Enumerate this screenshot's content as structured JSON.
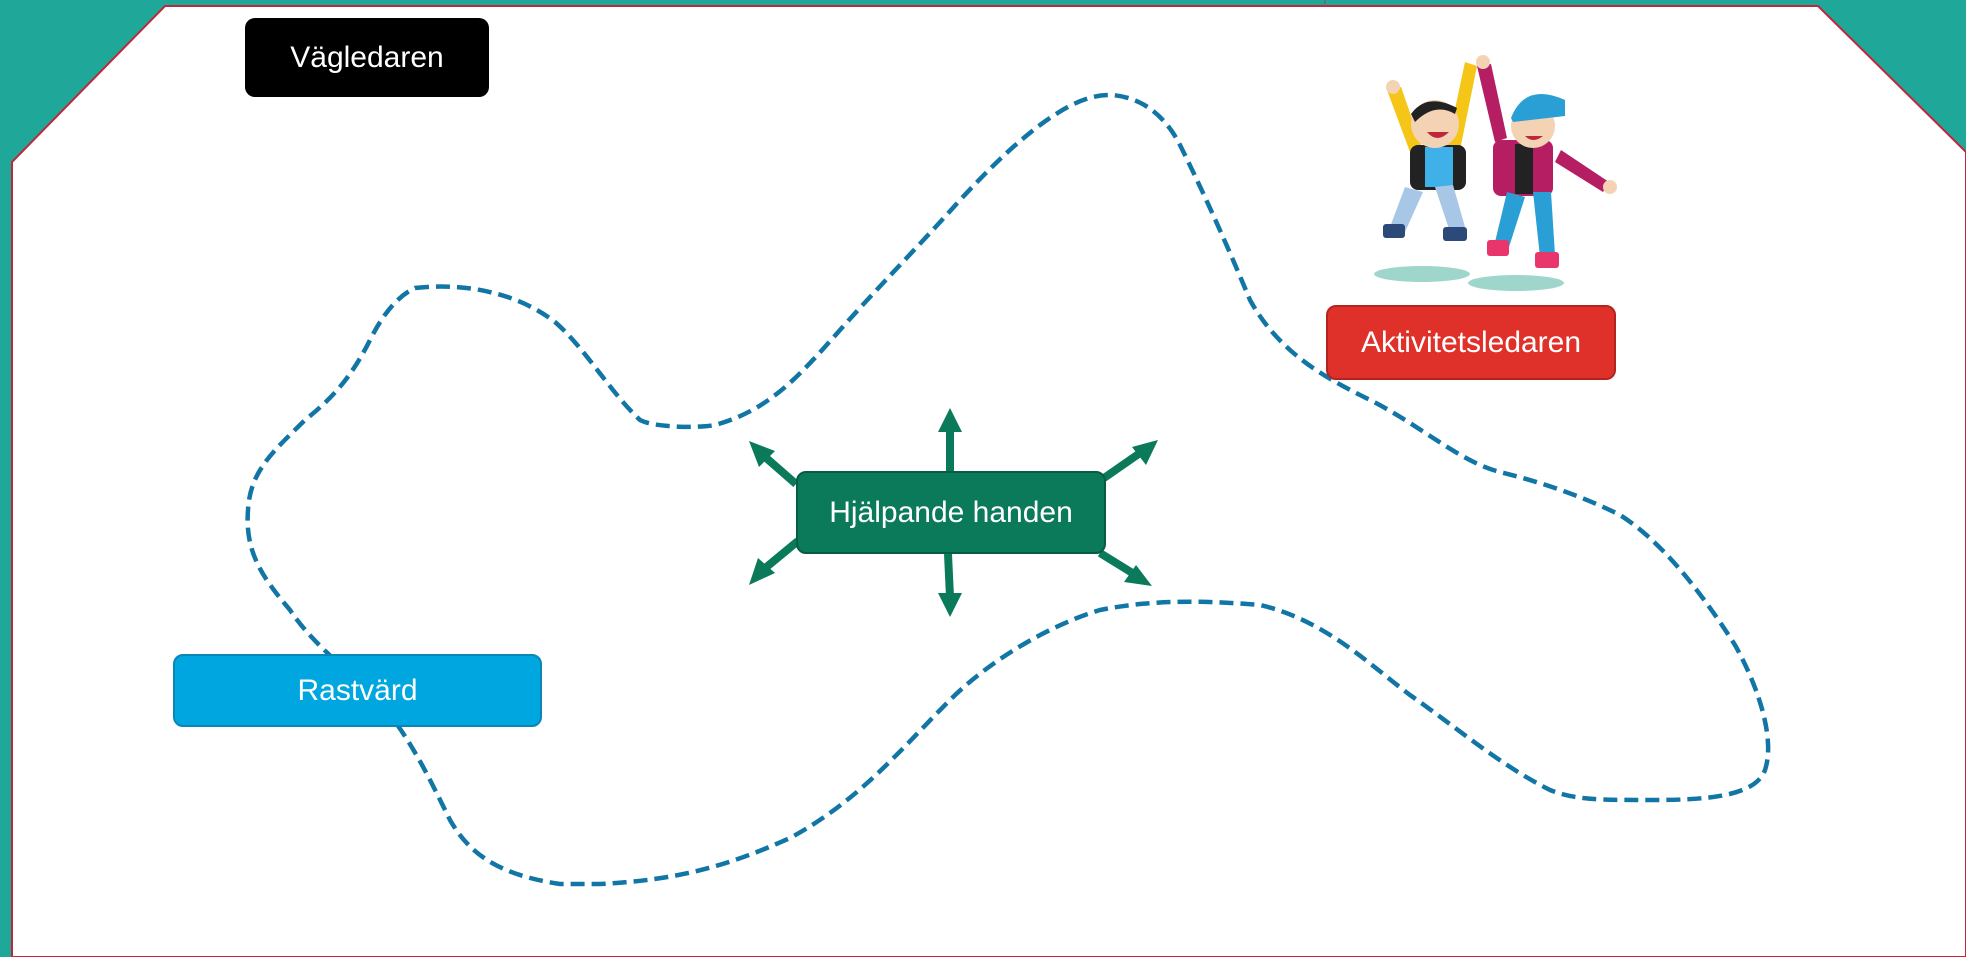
{
  "roles": {
    "vagledaren": "Vägledaren",
    "aktivitetsledaren": "Aktivitetsledaren",
    "hjalpande_handen": "Hjälpande handen",
    "rastvard": "Rastvärd"
  },
  "colors": {
    "background_teal": "#1fa89a",
    "canvas": "#ffffff",
    "canvas_border": "#c0273b",
    "path_dashed": "#1176a5",
    "vagledaren_box": "#000000",
    "aktivitetsledaren_box": "#e0302a",
    "hjalpande_handen_box": "#0a7a5a",
    "rastvard_box": "#00a6df",
    "arrows": "#0a7a5a"
  },
  "illustration": "two-jumping-kids-high-five"
}
